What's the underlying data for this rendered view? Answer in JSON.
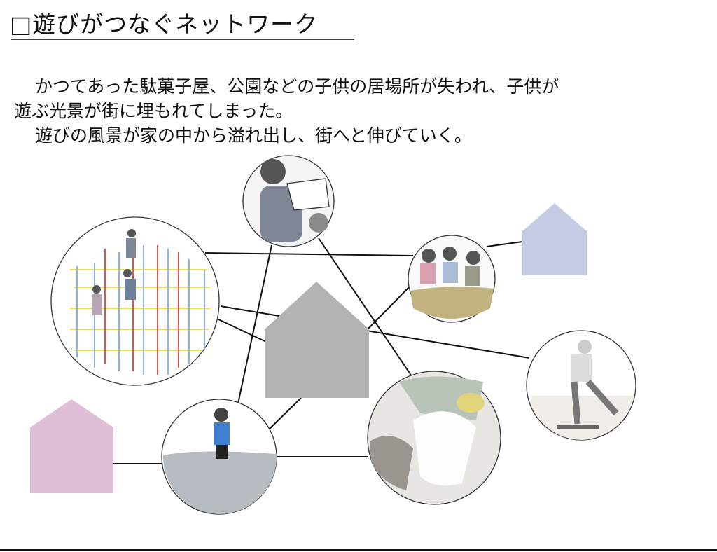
{
  "title": "□遊びがつなぐネットワーク",
  "paragraphs": [
    "かつてあった駄菓子屋、公園などの子供の居場所が失われ、子供が",
    "遊ぶ光景が街に埋もれてしまった。",
    "遊びの風景が家の中から溢れ出し、街へと伸びていく。"
  ],
  "colors": {
    "house_center": "#b3b3b3",
    "house_blue": "#c5cbe4",
    "house_pink": "#dfbfd7",
    "line": "#111111"
  }
}
